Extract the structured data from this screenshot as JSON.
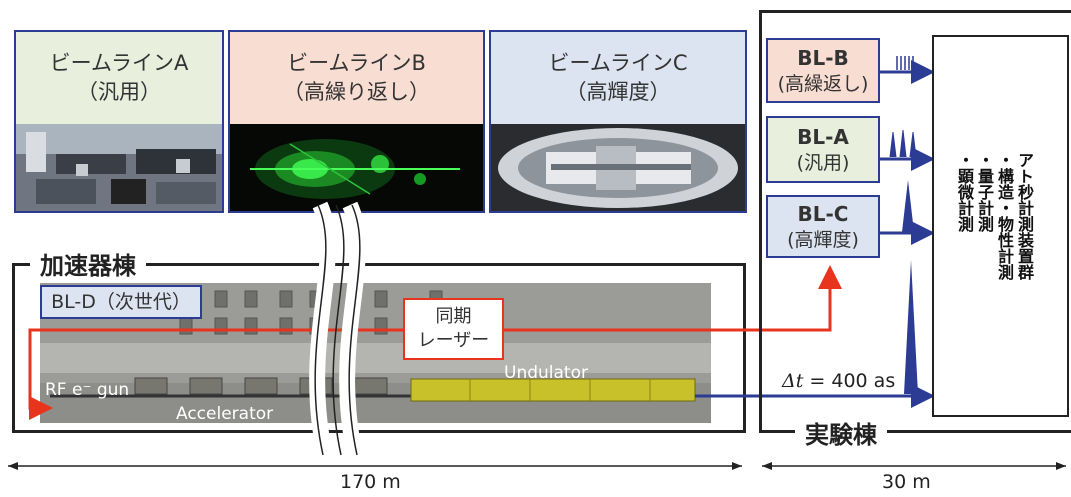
{
  "beamlines": [
    {
      "line1": "ビームラインA",
      "line2": "（汎用）",
      "bg": "#e8efdd"
    },
    {
      "line1": "ビームラインB",
      "line2": "（高繰り返し）",
      "bg": "#f7ddd2"
    },
    {
      "line1": "ビームラインC",
      "line2": "（高輝度）",
      "bg": "#dde4f1"
    }
  ],
  "accelerator_hall": {
    "title": "加速器棟",
    "bl_d": "BL-D（次世代）",
    "sync_laser": {
      "line1": "同期",
      "line2": "レーザー"
    },
    "rf_gun": "RF e⁻ gun",
    "undulator": "Undulator",
    "accelerator": "Accelerator"
  },
  "experiment_hall": {
    "title": "実験棟",
    "boxes": [
      {
        "name": "BL-B",
        "sub": "(高繰返し)",
        "bg": "#f7ddd2"
      },
      {
        "name": "BL-A",
        "sub": "(汎用)",
        "bg": "#e8efdd"
      },
      {
        "name": "BL-C",
        "sub": "(高輝度)",
        "bg": "#dde4f1"
      }
    ],
    "delta_t_symbol": "Δt",
    "delta_t_value": "= 400 as",
    "instrument_title": "アト秒計測装置群",
    "instrument_items": [
      "・構造・物性計測",
      "・量子計測",
      "・顕微計測"
    ]
  },
  "dimensions": {
    "left": "170 m",
    "right": "30 m"
  },
  "colors": {
    "laser": "#e8341c",
    "beam": "#2c3b93",
    "frame": "#222222"
  }
}
